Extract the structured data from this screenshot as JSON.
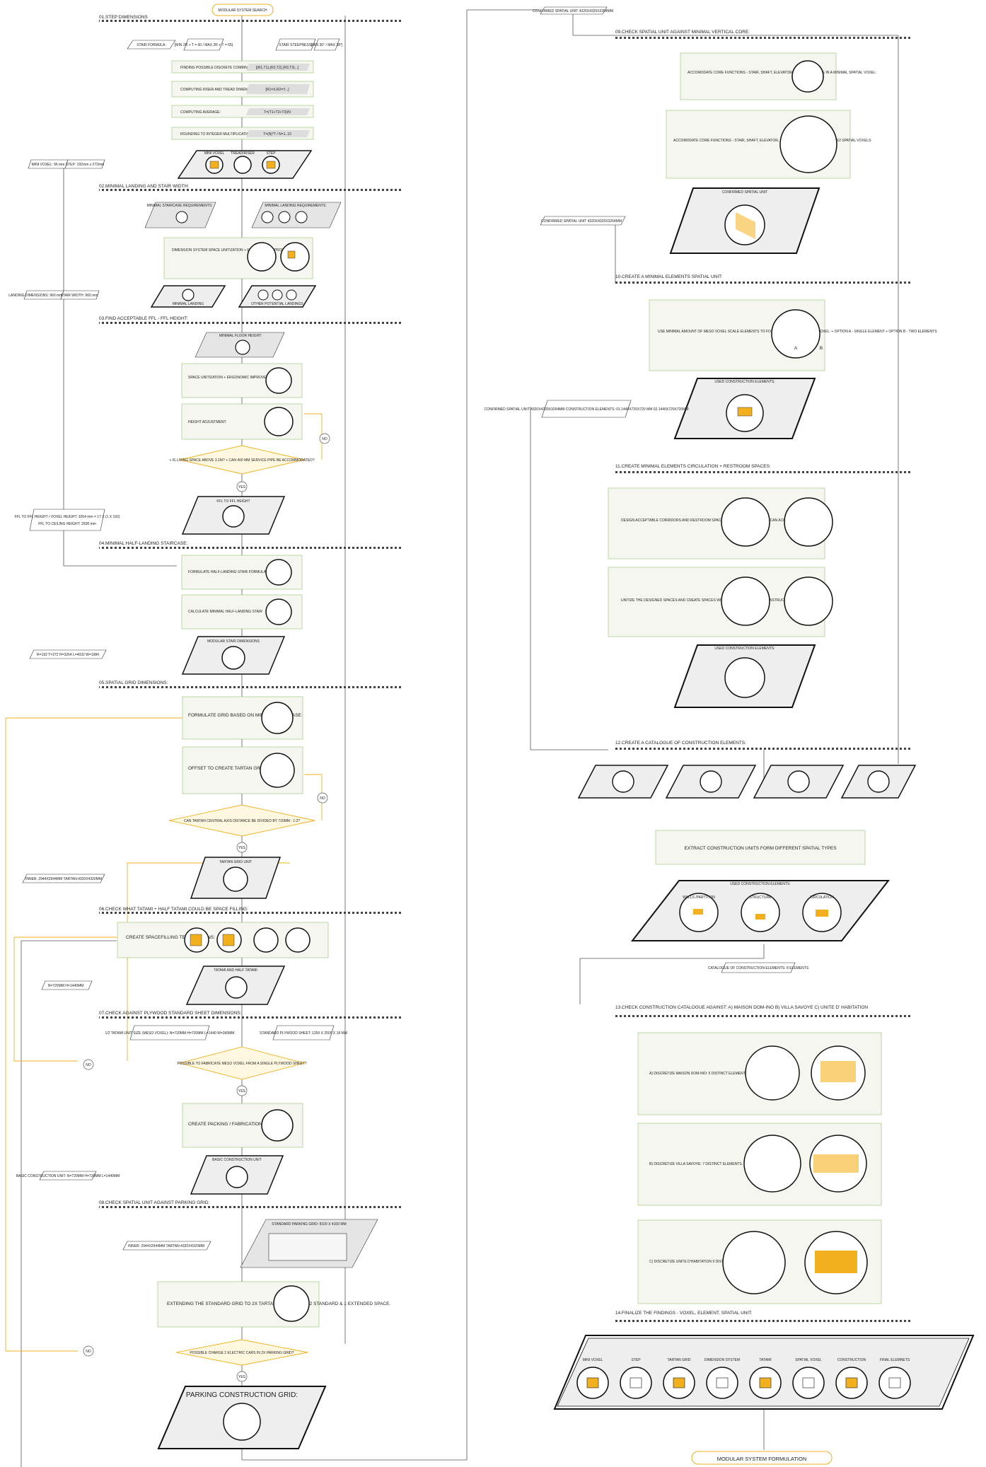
{
  "start_label": "MODULAR SYSTEM SEARCH",
  "end_label": "MODULAR SYSTEM FORMULATION",
  "left": {
    "s1": {
      "heading": "01.STEP DIMENSIONS",
      "stair_formula_label": "STAIR FORMULA:",
      "stair_formula_value": "[MIN 2R + T = 60 / MAX 2R + T = 65]",
      "steepness_label": "STAIR STEEPNESS:",
      "steepness_value": "[MIN 30° / MAX 38°]",
      "p1": "FINDING POSSIBLE DISCRETE COMBINATIONS:",
      "p1v": "[(R1,T1),(R2,T2),(R3,T3)...]",
      "p2": "COMPUTING RISER AND TREAD DIMENSIONS:",
      "p2v": "[R1=X,R2=Y...]",
      "p3": "COMPUTING AVERAGE:",
      "p3v": "T=(T1+T2+T3)/N",
      "p4": "ROUNDING TO INTEGER MULTIPLICATION:",
      "p4v": "T=(N)*T / N=1..10",
      "d1": "MINI VOXEL",
      "d2": "TREAD/RISER",
      "d3": "STEP",
      "io": "MINI VOXEL: 96 mm",
      "io2": "STEP: 192mm x 272mm"
    },
    "s2": {
      "heading": "02.MINIMAL LANDING AND STAIR WIDTH:",
      "in1": "MINIMAL STAIRCASE REQUIREMENTS:",
      "in2": "MINIMAL LANDING REQUIREMENTS:",
      "p1": "DIMENSION SYSTEM SPACE UNITIZATION + ERGONOMIC IMPROVEMENT:",
      "o1": "MINIMAL LANDING",
      "o2": "OTHER POTENTIAL LANDINGS",
      "io": "LANDING DIMENSIONS: 960 mm x 960 mm",
      "io2": "STAIR WIDTH: 960 mm"
    },
    "s3": {
      "heading": "03.FIND ACCEPTABLE FFL - FFL HEIGHT:",
      "in1": "MINIMAL FLOOR HEIGHT:",
      "p1": "SPACE UNITIZATION + ERGONOMIC IMPROVEMENT:",
      "p2": "HEIGHT ADJUSTMENT:",
      "q": "+ IS LIVING SPACE ABOVE 3.1M? + CAN 400 MM SERVICE PIPE BE ACCOMMODATED?",
      "no": "NO",
      "yes": "YES",
      "o": "FFL TO FFL HEIGHT",
      "io": "FFL TO FFL HEIGHT / VOXEL HEIGHT: 3264 mm = 17 X (1 X 192)",
      "io2": "FFL TO CEILING HEIGHT: 2928 mm"
    },
    "s4": {
      "heading": "04.MINIMAL HALF-LANDING STAIRCASE:",
      "p1": "FORMULATE HALF-LANDING STAIR FORMULA",
      "p2": "CALCULATE MINIMAL HALF-LANDING STAIR",
      "o": "MODULAR STAIR DIMENSIONS",
      "io": "R=192 T=272 H=3264 L=4032 W=1984"
    },
    "s5": {
      "heading": "05.SPATIAL GRID DIMENSIONS:",
      "p1": "FORMULATE GRID BASED ON MINIMAL STAIRCASE:",
      "p2": "OFFSET TO CREATE TARTAN GRID:",
      "q": "CAN TARTAN CENTRAL AXIS DISTANCE BE DIVIDED BY 720MM - 1:2?",
      "no": "NO",
      "yes": "YES",
      "o": "TARTAN GRID UNIT",
      "io": "INNER: 2944X2944MM TARTAN:4320X4320MM"
    },
    "s6": {
      "heading": "06.CHECK WHAT TATAMI + HALF TATAMI COULD BE SPACE FILLING:",
      "p1": "CREATE SPACEFILLING TESSELATIONS:",
      "o": "TATAMI AND HALF TATAMI",
      "io": "N=720MM H=1440MM"
    },
    "s7": {
      "heading": "07.CHECK AGAINST PLYWOOD STANDARD SHEET DIMENSIONS:",
      "in1": "1/2 TATAMI UNIT SIZE (MESO VOXEL): N=720MM H=720MM L=1440 W=360MM",
      "in2": "STANDARD PLYWOOD SHEET: 1250 X 2500 X 18 MM",
      "q": "POSSIBLE TO FABRICATE MESO VOXEL FROM A SINGLE PLYWOOD SHEET?",
      "no": "NO",
      "yes": "YES",
      "p1": "CREATE PACKING / FABRICATION FILE",
      "o": "BASIC CONSTRUCTION UNIT",
      "io": "BASIC CONSTRUCTION UNIT: N=720MM H=720MM L=1440MM"
    },
    "s8": {
      "heading": "08.CHECK SPATIAL UNIT AGAINST PARKING GRID:",
      "in1": "STANDARD PARKING GRID: 8100 X 4100 MM",
      "io": "INNER: 2944X2944MM TARTAN:4320X4320MM",
      "p1": "EXTENDING THE STANDARD GRID TO 2X TARTAN UNIT. FITTING 2 STANDARD & 1 EXTENDED SPACE.",
      "q": "POSSIBLE CHARGE 2 ELECTRIC CARS IN 2X PARKING GRID?",
      "no": "NO",
      "yes": "YES",
      "o": "PARKING CONSTRUCTION GRID:"
    }
  },
  "right": {
    "top_io": "CONFIRMED SPATIAL UNIT 4320X4320X3264MM",
    "s9": {
      "heading": "09.CHECK SPATIAL UNIT AGAINST MINIMAL VERTICAL CORE:",
      "p1": "ACCOMODATE CORE FUNCTIONS - STAIR, SHAFT, ELEVATOR, STANDING SPACE IN A MINIMAL SPATIAL VOXEL:",
      "p2": "ACCOMODATE CORE FUNCTIONS - STAIR, SHAFT, ELEVATOR, STANDING SPACE IN A 2X1 AND 2X2 SPATIAL VOXELS:",
      "o": "CONFIRMED SPATIAL UNIT",
      "io": "CONFIRMED SPATIAL UNIT 4320X4320X3264MM"
    },
    "s10": {
      "heading": "10.CREATE A MINIMAL ELEMENTS SPATIAL UNIT:",
      "p1": "USE MINIMAL AMOUNT OF MESO VOXEL SCALE ELEMENTS TO FORMULATE SPATIAL MACRO VOXEL: + OPTION A - SINGLE ELEMENT + OPTION B - TWO ELEMENTS",
      "a": "A",
      "b": "B",
      "o": "USED CONSTRUCTION ELEMENTS:",
      "io": "CONFIRMED SPATIAL UNIT 4320X4320X3264MM CONSTRUCTION ELEMENTS: 01.1440X720X720 MM 02.1440X720X720MM"
    },
    "s11": {
      "heading": "11.CREATE MINIMAL ELEMENTS CIRCULATION + RESTROOM SPACES:",
      "p1": "DESIGN ACCEPTABLE CORRIDORS AND RESTROOM SPACES: CHECK IF SPATIAL GRID CAN ACCOMODATE THE SPACES:",
      "p2": "UNITIZE THE DESIGNED SPACES AND CREATE SPACES WITH MINIMAL AMOUNT OF CONSTRUCTION UNITS:",
      "o": "USED CONSTRUCTION ELEMENTS:"
    },
    "s12": {
      "heading": "12.CREATE A CATALOGUE OF CONSTRUCTION ELEMENTS:",
      "p1": "EXTRACT CONSTRUCTION UNITS FORM DIFFERENT SPATIAL TYPES",
      "o": "USED CONSTRUCTION ELEMENTS:",
      "c1": "WALLS /PARTITION",
      "c2": "STRUCTURE",
      "c3": "CIRCULATION",
      "io": "CATALOGUE OF CONSTRUCTION ELEMENTS: 8 ELEMENTS"
    },
    "s13": {
      "heading": "13.CHECK CONSTRUCTION CATALOGUE AGAINST: A) MAISON DOM-INO B) VILLA SAVOYE C) UNITE D' HABITATION",
      "pa": "A) DISCRETIZE MAISON DOM-INO: 5 DISTINCT ELEMENTS. 680 OBJECTS.",
      "pb": "B) DISCRETIZE VILLA SAVOYE: 7 DISTINCT ELEMENTS. 5761 OBJECTS.",
      "pc": "C) DISCRETIZE UNITE D'HABITATION 9 DISTINCT ELEMENTS. 383 936 OBJECTS."
    },
    "s14": {
      "heading": "14.FINALIZE THE FINDINGS - VOXEL, ELEMENT, SPATIAL UNIT:",
      "items": [
        "MINI VOXEL",
        "STEP",
        "TARTAN GRID",
        "DIMENSION SYSTEM",
        "TATAMI",
        "SPATIAL VOXEL",
        "CONSTRUCTION",
        "FINAL ELEMNETS"
      ]
    }
  },
  "colors": {
    "accent": "#f2b01e",
    "process_border": "#9fca7e",
    "process_fill": "#f4f6ef",
    "io_fill": "#d9d9d9",
    "line": "#555555"
  }
}
